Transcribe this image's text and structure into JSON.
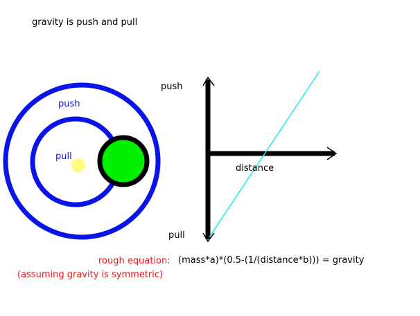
{
  "title": "gravity is push and pull",
  "circles": {
    "outer_label": "push",
    "inner_label": "pull"
  },
  "axes": {
    "top_label": "push",
    "bottom_label": "pull",
    "horizontal_label": "distance"
  },
  "equation": {
    "label": "rough equation:",
    "formula": "(mass*a)*(0.5-(1/(distance*b))) = gravity",
    "note": "(assuming gravity is symmetric)"
  },
  "colors": {
    "ring": "#0a14e6",
    "sun": "#fffa80",
    "planet": "#00f000",
    "axis": "#000000",
    "curve": "#22e6f0",
    "equation_label": "#e61414",
    "text": "#000000"
  }
}
